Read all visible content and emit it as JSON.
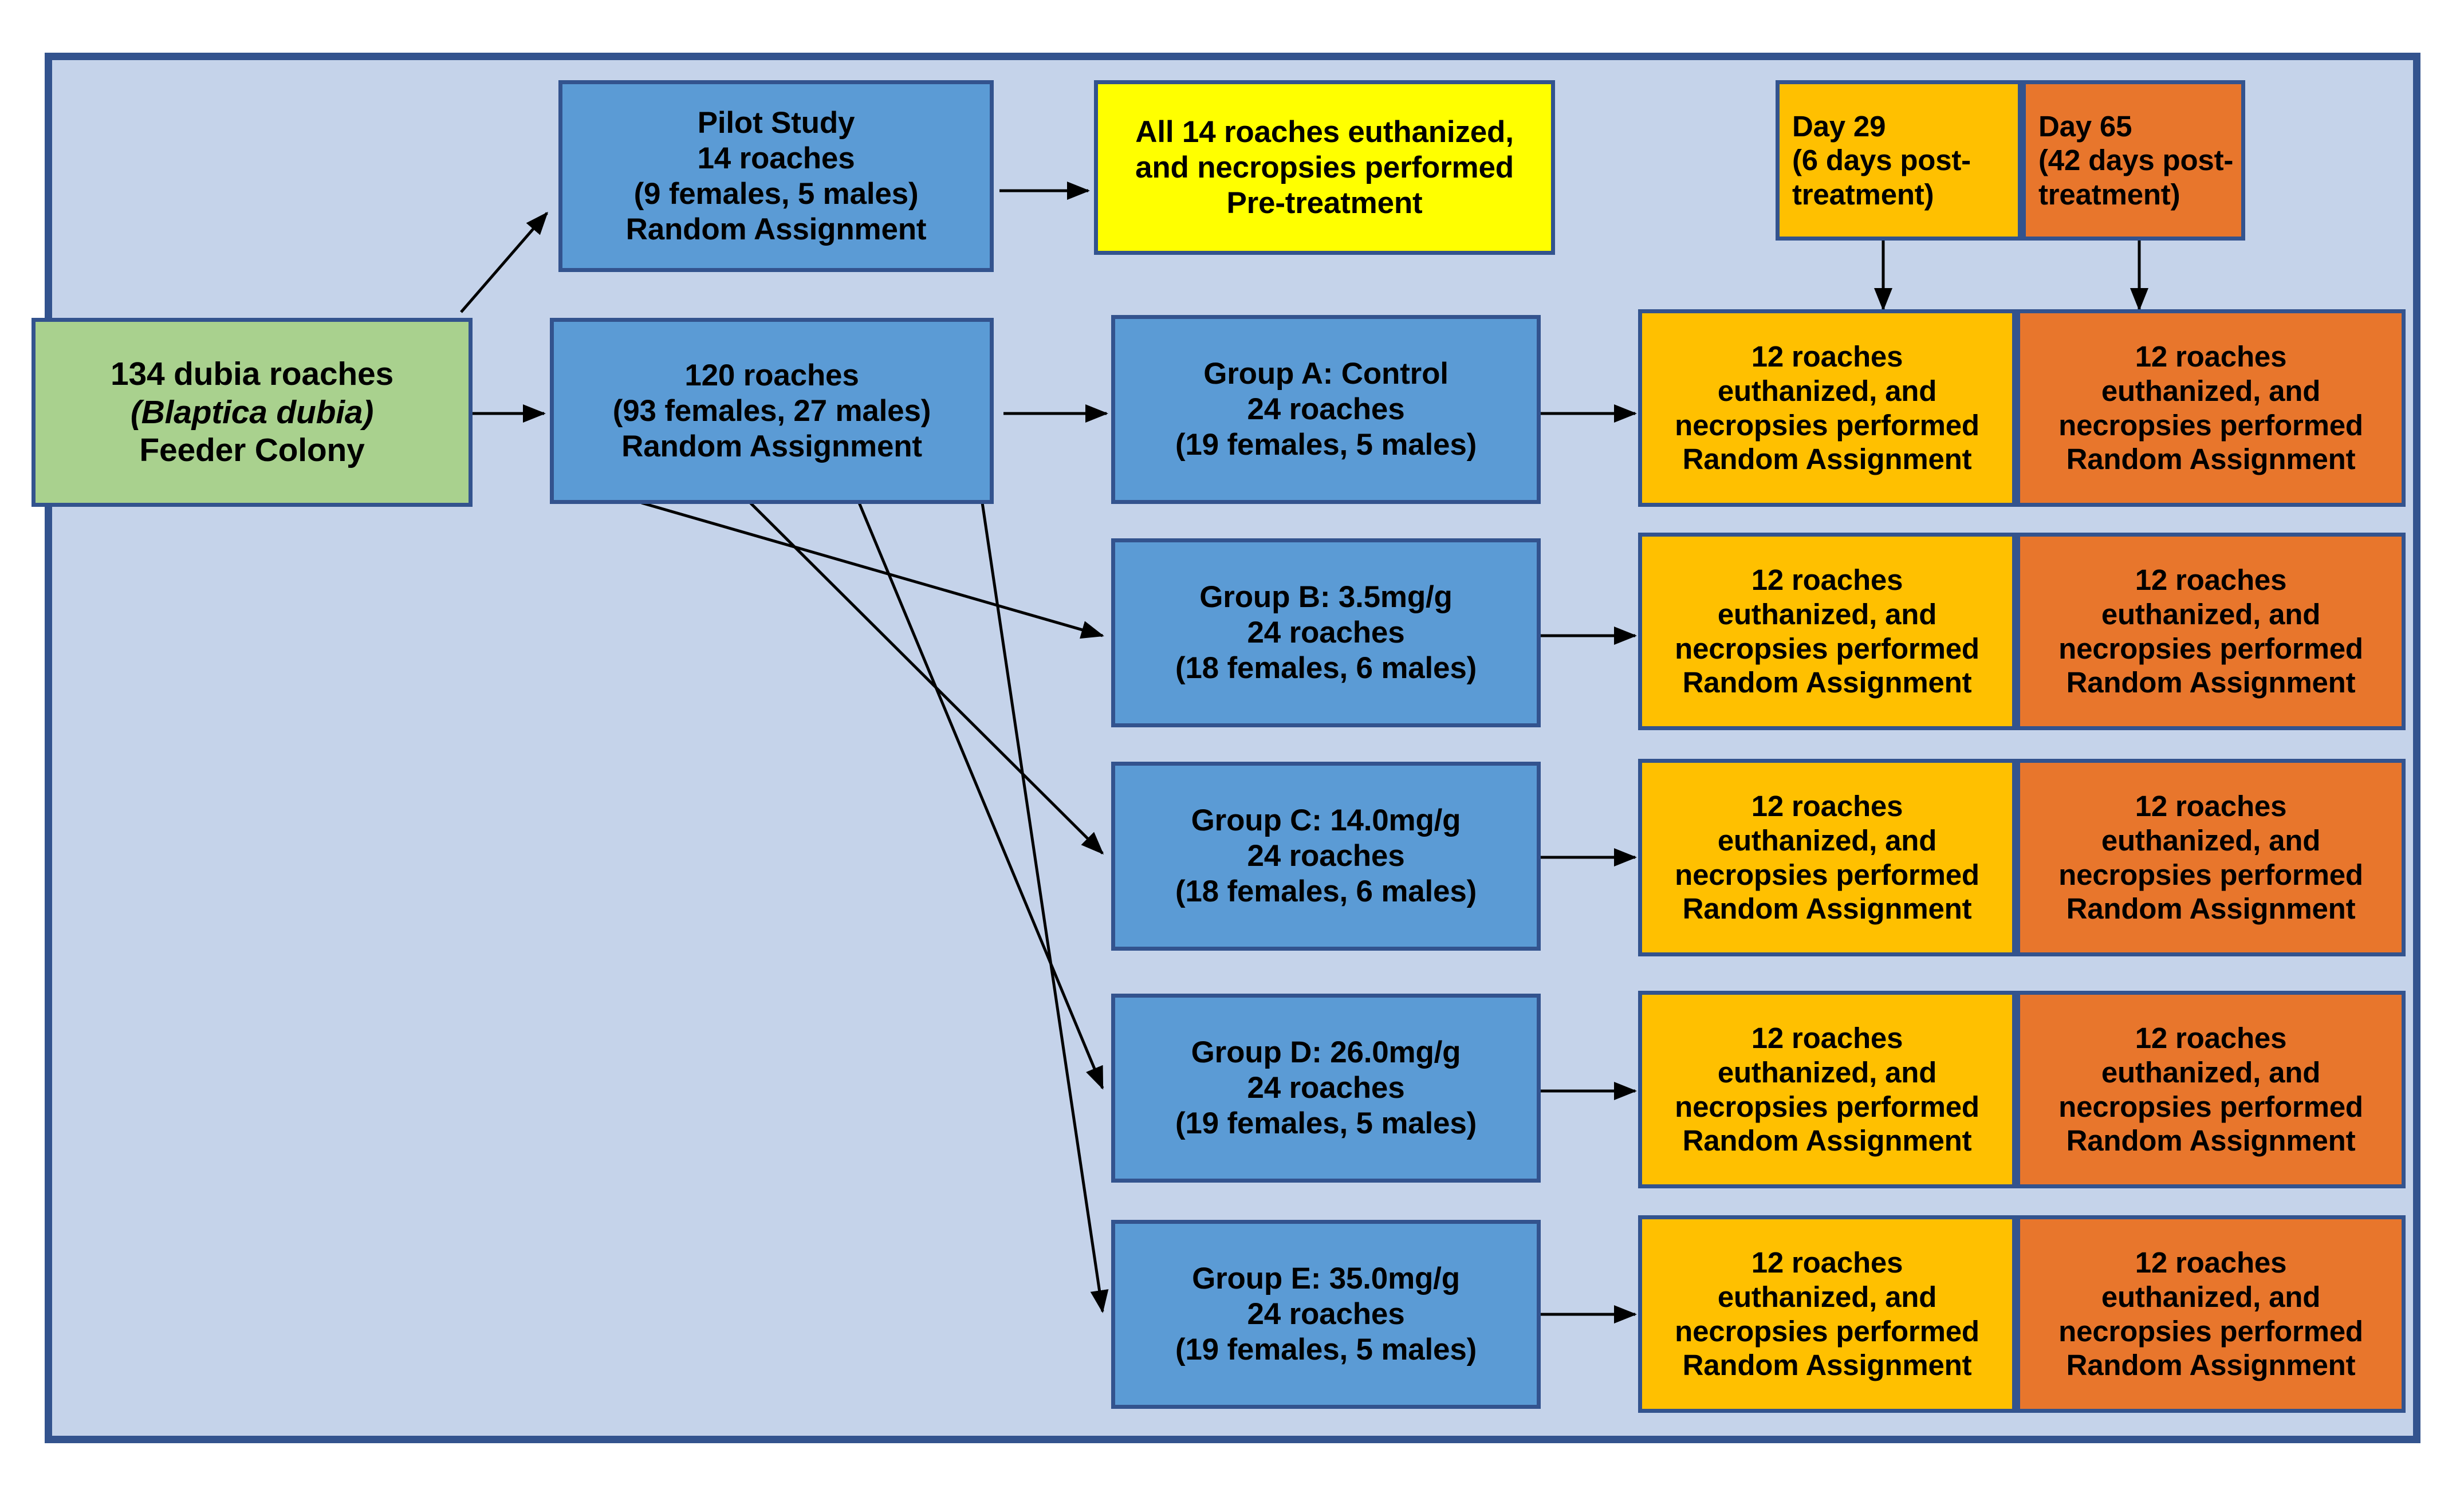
{
  "diagram": {
    "title": "Dubia roach study design flowchart",
    "colors": {
      "background": "#C5D3EA",
      "frame_border": "#33538E",
      "source_green": "#A9D18E",
      "stage_blue": "#5B9BD5",
      "pretreatment_yellow": "#FFFF00",
      "day29_amber": "#FFC000",
      "day65_orange": "#E8762C",
      "text": "#000000"
    }
  },
  "source": {
    "line1": "134 dubia roaches",
    "line2": "(Blaptica dubia)",
    "line3": "Feeder Colony"
  },
  "pilot": {
    "line1": "Pilot Study",
    "line2": "14 roaches",
    "line3": "(9 females, 5 males)",
    "line4": "Random Assignment"
  },
  "pilot_outcome": {
    "line1": "All 14 roaches euthanized,",
    "line2": "and necropsies performed",
    "line3": "Pre-treatment"
  },
  "main_pool": {
    "line1": "120 roaches",
    "line2": "(93 females, 27 males)",
    "line3": "Random Assignment"
  },
  "timepoints": [
    {
      "id": "day-29",
      "line1": "Day 29",
      "line2": "(6 days post-",
      "line3": "treatment)",
      "color": "#FFC000"
    },
    {
      "id": "day-65",
      "line1": "Day 65",
      "line2": "(42 days post-",
      "line3": "treatment)",
      "color": "#E8762C"
    }
  ],
  "outcome_text": {
    "line1": "12 roaches",
    "line2": "euthanized, and",
    "line3": "necropsies performed",
    "line4": "Random Assignment"
  },
  "groups": [
    {
      "id": "group-a",
      "line1": "Group A: Control",
      "line2": "24 roaches",
      "line3": "(19 females, 5 males)"
    },
    {
      "id": "group-b",
      "line1": "Group B: 3.5mg/g",
      "line2": "24 roaches",
      "line3": "(18 females, 6 males)"
    },
    {
      "id": "group-c",
      "line1": "Group C: 14.0mg/g",
      "line2": "24 roaches",
      "line3": "(18 females, 6 males)"
    },
    {
      "id": "group-d",
      "line1": "Group D: 26.0mg/g",
      "line2": "24 roaches",
      "line3": "(19 females, 5 males)"
    },
    {
      "id": "group-e",
      "line1": "Group E: 35.0mg/g",
      "line2": "24 roaches",
      "line3": "(19 females, 5 males)"
    }
  ]
}
